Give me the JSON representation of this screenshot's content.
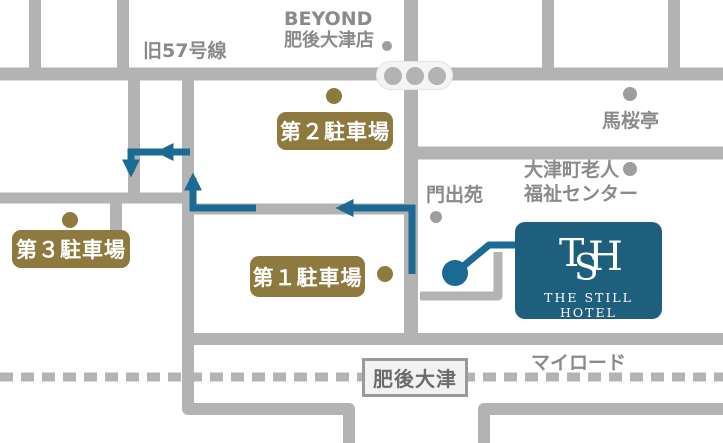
{
  "colors": {
    "road": "#b3b3b3",
    "rail": "#b3b3b3",
    "label": "#8a8a8a",
    "gold": "#8e7a3f",
    "route": "#1b6a93",
    "hotelbox": "#1e5f7e",
    "stationtext": "#6b6b6b",
    "stationfill": "#f2f2f2",
    "stationborder": "#9a9a9a",
    "dotgray": "#9e9e9e",
    "lightfill": "#f4f4f4"
  },
  "labels": {
    "old_route57": "旧57号線",
    "beyond_line1": "BEYOND",
    "beyond_line2": "肥後大津店",
    "basakutei": "馬桜亭",
    "welfare_line1": "大津町老人",
    "welfare_line2": "福祉センター",
    "kadodeen": "門出苑",
    "my_road": "マイロード",
    "station": "肥後大津"
  },
  "parking": {
    "p1": "第１駐車場",
    "p2": "第２駐車場",
    "p3": "第３駐車場"
  },
  "hotel": {
    "monogram_t": "T",
    "monogram_s": "S",
    "monogram_h": "H",
    "name": "THE STILL HOTEL"
  }
}
